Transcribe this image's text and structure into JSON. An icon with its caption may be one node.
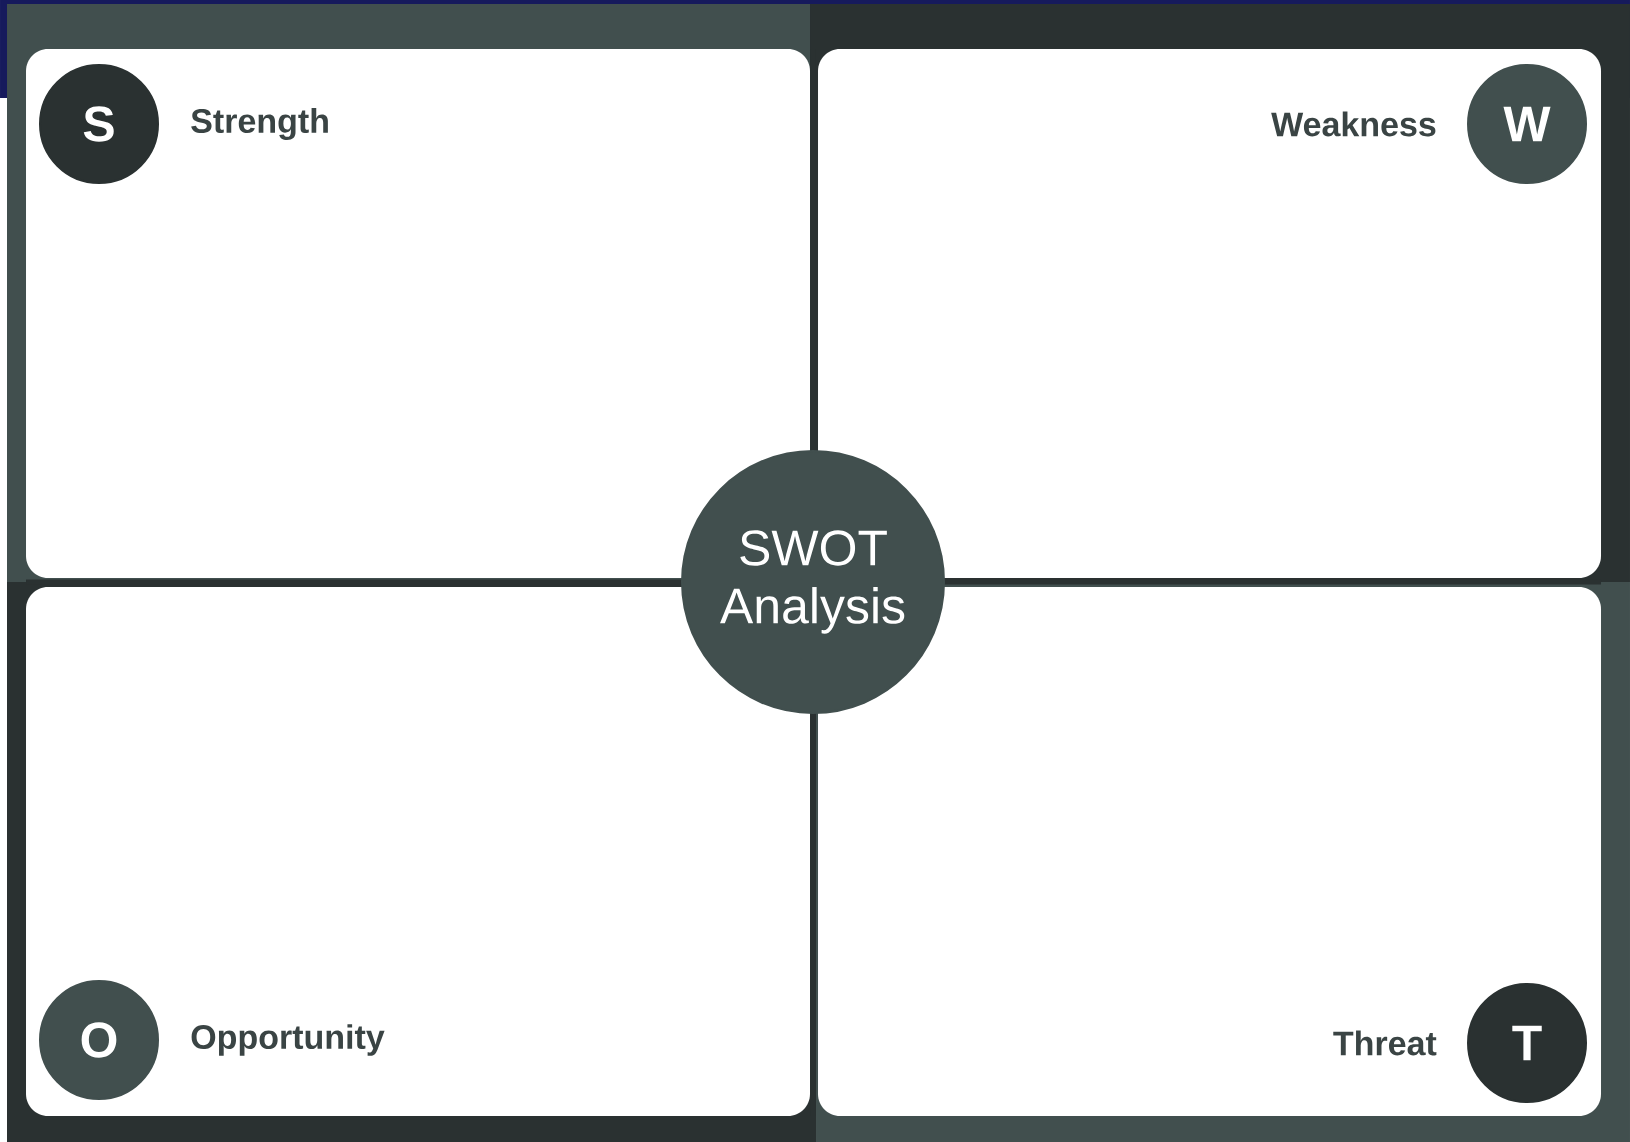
{
  "diagram": {
    "nodes": [
      {
        "text": [
          "Strength"
        ]
      },
      {
        "text": [
          "S"
        ],
        "in": 0
      },
      {
        "text": [
          "Weakness"
        ]
      },
      {
        "text": [
          "W"
        ],
        "in": 2
      },
      {
        "text": [
          "SWOT Analysis"
        ]
      },
      {
        "text": [
          "Opportunity"
        ]
      },
      {
        "text": [
          "O"
        ],
        "in": 5
      },
      {
        "text": [
          "Threat"
        ]
      },
      {
        "text": [
          "T"
        ],
        "in": 7
      }
    ]
  }
}
